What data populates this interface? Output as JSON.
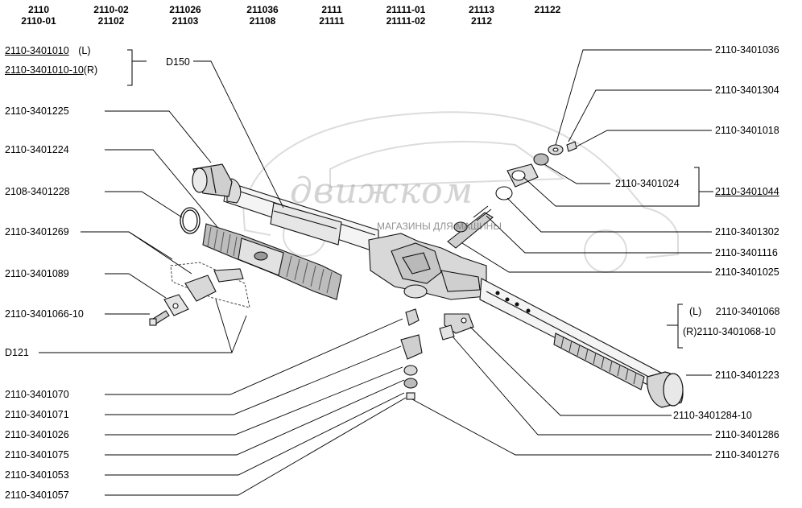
{
  "models_header": [
    {
      "top": "2110",
      "bottom": "2110-01"
    },
    {
      "top": "2110-02",
      "bottom": "21102"
    },
    {
      "top": "211026",
      "bottom": "21103"
    },
    {
      "top": "211036",
      "bottom": "21108"
    },
    {
      "top": "2111",
      "bottom": "21111"
    },
    {
      "top": "21111-01",
      "bottom": "21111-02"
    },
    {
      "top": "21113",
      "bottom": "2112"
    },
    {
      "top": "21122",
      "bottom": ""
    }
  ],
  "assembly": {
    "left_part": "2110-3401010",
    "left_suffix": "(L)",
    "right_part": "2110-3401010-10",
    "right_suffix": "(R)"
  },
  "left_labels": {
    "d150": "D150",
    "p3401225": "2110-3401225",
    "p3401224": "2110-3401224",
    "p3401228": "2108-3401228",
    "p3401269": "2110-3401269",
    "p3401089": "2110-3401089",
    "p3401066": "2110-3401066-10",
    "d121": "D121",
    "p3401070": "2110-3401070",
    "p3401071": "2110-3401071",
    "p3401026": "2110-3401026",
    "p3401075": "2110-3401075",
    "p3401053": "2110-3401053",
    "p3401057": "2110-3401057"
  },
  "right_labels": {
    "p3401036": "2110-3401036",
    "p3401304": "2110-3401304",
    "p3401018": "2110-3401018",
    "p3401024": "2110-3401024",
    "p3401044": "2110-3401044",
    "p3401302": "2110-3401302",
    "p3401116": "2110-3401116",
    "p3401025": "2110-3401025",
    "p3401068_tag": "(L)",
    "p3401068": "2110-3401068",
    "p3401068_10_tag": "(R)",
    "p3401068_10": "2110-3401068-10",
    "p3401223": "2110-3401223",
    "p3401284": "2110-3401284-10",
    "p3401286": "2110-3401286",
    "p3401276": "2110-3401276"
  },
  "watermark": {
    "logo": "движком",
    "subtitle": "МАГАЗИНЫ ДЛЯ МАШИНЫ"
  }
}
